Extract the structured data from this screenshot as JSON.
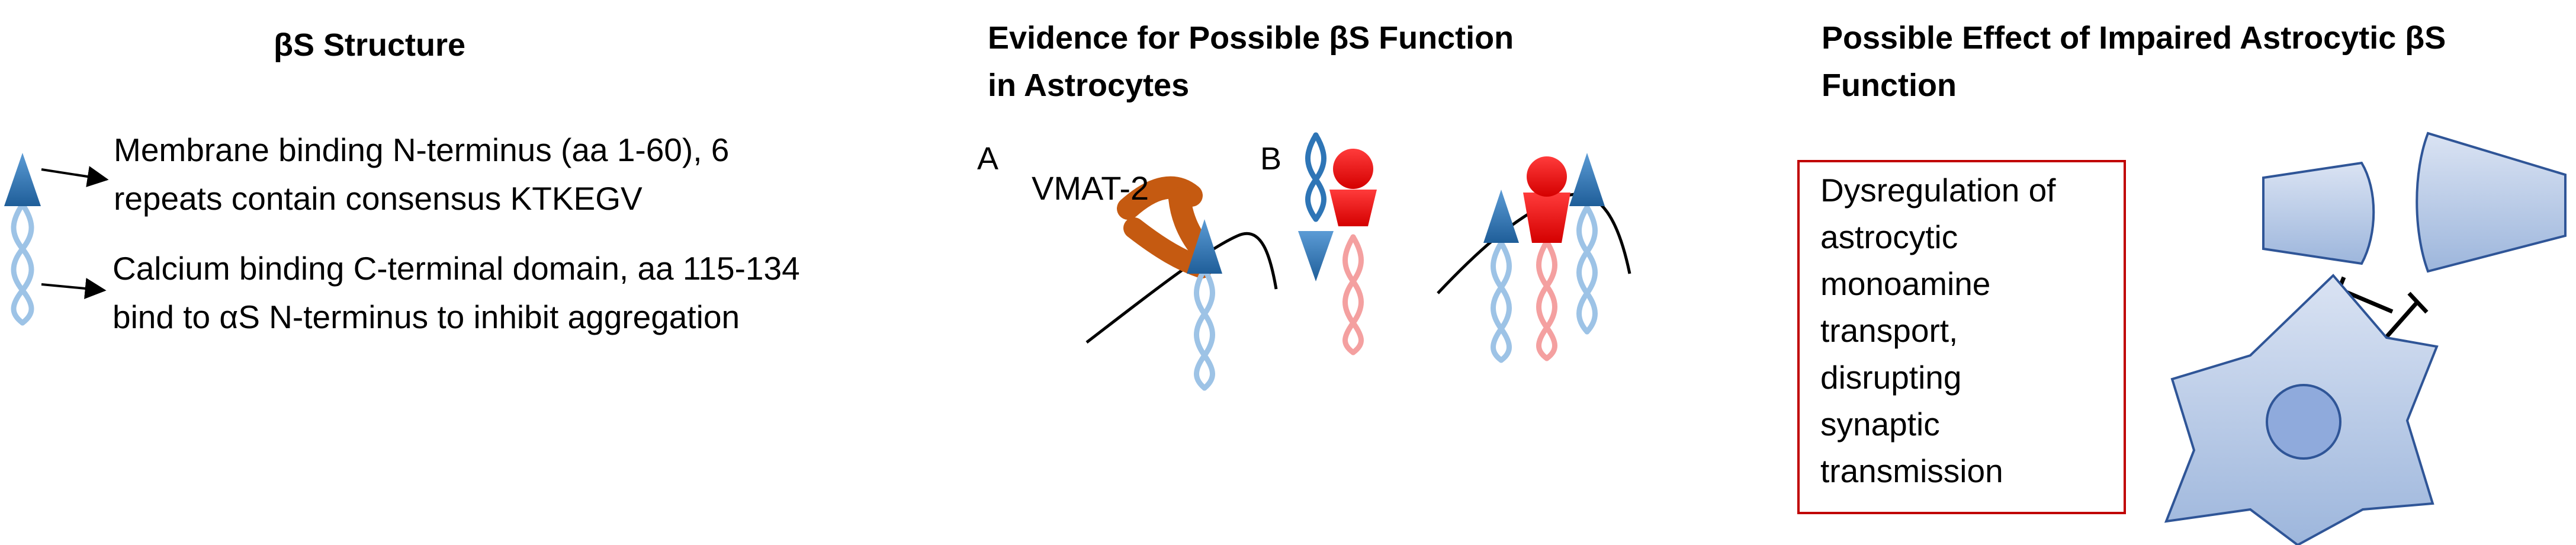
{
  "column1": {
    "title": "βS Structure",
    "n_terminus_text": "Membrane binding N-terminus (aa 1-60), 6 repeats contain consensus KTKEGV",
    "c_terminus_text": "Calcium binding C-terminal domain, aa 115-134 bind to αS N-terminus to inhibit aggregation"
  },
  "column2": {
    "title_line1": "Evidence for Possible βS Function",
    "title_line2": "in Astrocytes",
    "panel_a": "A",
    "panel_b": "B",
    "vmat_label": "VMAT-2"
  },
  "column3": {
    "title_line1": "Possible Effect of Impaired Astrocytic βS",
    "title_line2": "Function",
    "box_lines": [
      "Dysregulation of",
      "astrocytic",
      "monoamine",
      "transport,",
      "disrupting",
      "synaptic",
      "transmission"
    ]
  },
  "colors": {
    "beta_synuclein_blue": "#2e75b6",
    "helix_light_blue": "#9dc3e6",
    "alpha_synuclein_red": "#ff0000",
    "helix_pink": "#f4a0a0",
    "vmat_orange": "#c55a11",
    "cell_fill": "#b4c7e7",
    "cell_stroke": "#2f5597",
    "box_border": "#c00000"
  }
}
